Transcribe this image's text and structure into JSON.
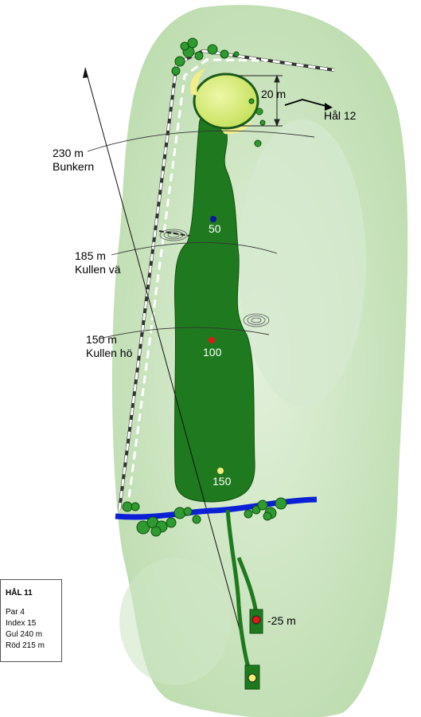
{
  "hole": {
    "title": "HÅL 11",
    "par": "Par 4",
    "index": "Index 15",
    "yellow": "Gul 240 m",
    "red": "Röd 215 m"
  },
  "labels": {
    "bunker_dist": "230 m",
    "bunker_name": "Bunkern",
    "hill_left_dist": "185 m",
    "hill_left_name": "Kullen vä",
    "hill_right_dist": "150 m",
    "hill_right_name": "Kullen hö",
    "green_depth": "20 m",
    "next_hole": "Hål 12",
    "marker_50": "50",
    "marker_100": "100",
    "marker_150": "150",
    "red_tee": "-25 m"
  },
  "colors": {
    "rough": "#cfe6c3",
    "fairway": "#1f7a1f",
    "green": "#d9ec7e",
    "water": "#0a1fd6",
    "marker_50": "#0a1a9c",
    "marker_100": "#e01818",
    "marker_150": "#f3ee7a",
    "tee_red": "#e01818",
    "tee_yellow": "#f3ee7a"
  }
}
